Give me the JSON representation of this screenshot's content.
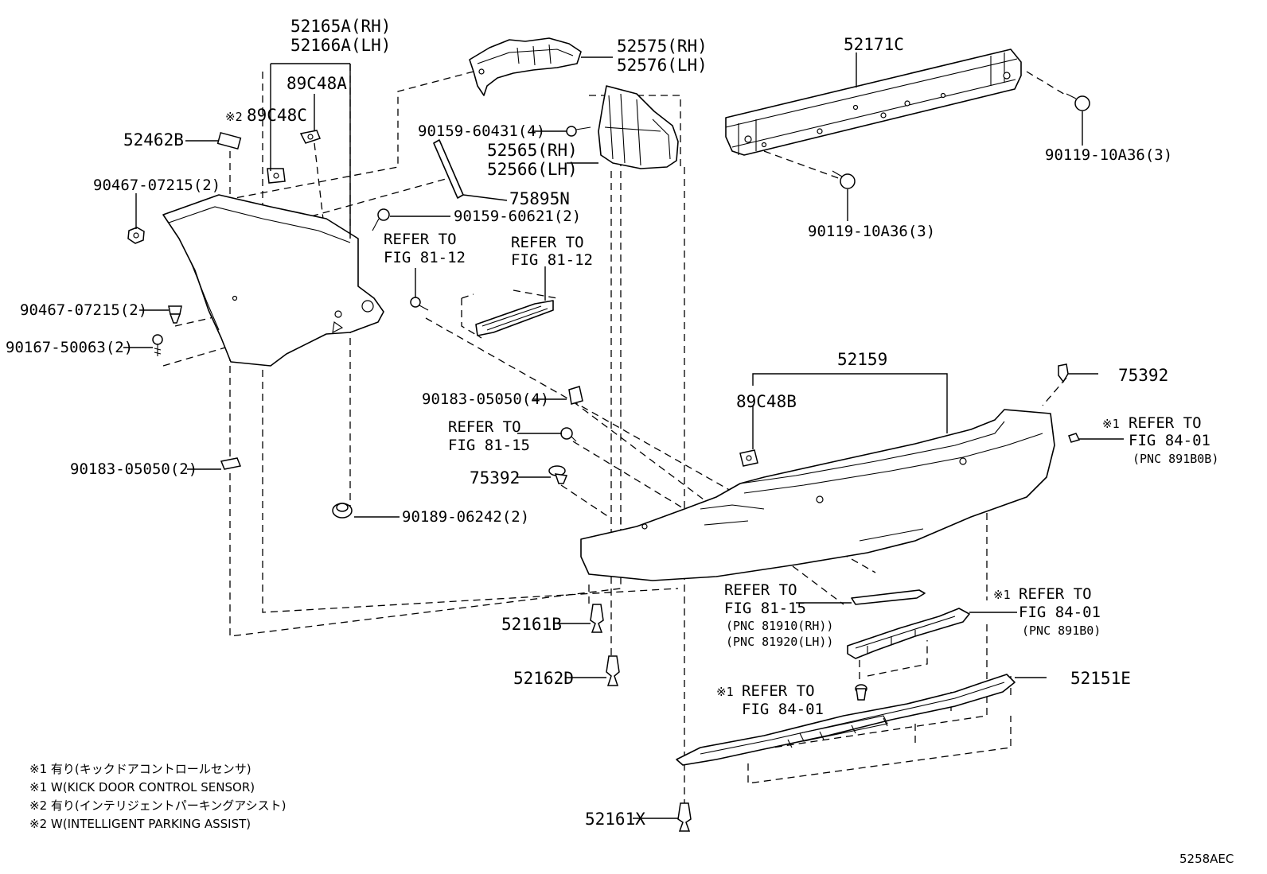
{
  "diagram_id": "5258AEC",
  "callouts": {
    "c52165A": "52165A(RH)",
    "c52166A": "52166A(LH)",
    "c89C48A": "89C48A",
    "mark2": "※2",
    "c89C48C": "89C48C",
    "c52462B": "52462B",
    "c90467a": "90467-07215(2)",
    "c90467b": "90467-07215(2)",
    "c90167": "90167-50063(2)",
    "c90183a": "90183-05050(2)",
    "c90189": "90189-06242(2)",
    "c52575": "52575(RH)",
    "c52576": "52576(LH)",
    "c90159a": "90159-60431(4)",
    "c52565": "52565(RH)",
    "c52566": "52566(LH)",
    "c75895N": "75895N",
    "c90159b": "90159-60621(2)",
    "c52171C": "52171C",
    "c90119a": "90119-10A36(3)",
    "c90119b": "90119-10A36(3)",
    "c90183b": "90183-05050(4)",
    "c75392a": "75392",
    "c52159": "52159",
    "c89C48B": "89C48B",
    "c75392b": "75392",
    "c52161B": "52161B",
    "c52162D": "52162D",
    "c52161X": "52161X",
    "c52151E": "52151E"
  },
  "refs": {
    "refer_to": "REFER TO",
    "fig_81_12": "FIG 81-12",
    "fig_81_15": "FIG 81-15",
    "fig_84_01": "FIG 84-01",
    "mark1": "※1",
    "pnc_891B0B": "(PNC 891B0B)",
    "pnc_891B0": "(PNC 891B0)",
    "pnc_81910": "(PNC 81910(RH))",
    "pnc_81920": "(PNC 81920(LH))"
  },
  "notes": [
    "※1 有り(キックドアコントロールセンサ)",
    "※1 W(KICK DOOR CONTROL SENSOR)",
    "※2 有り(インテリジェントパーキングアシスト)",
    "※2 W(INTELLIGENT PARKING ASSIST)"
  ]
}
